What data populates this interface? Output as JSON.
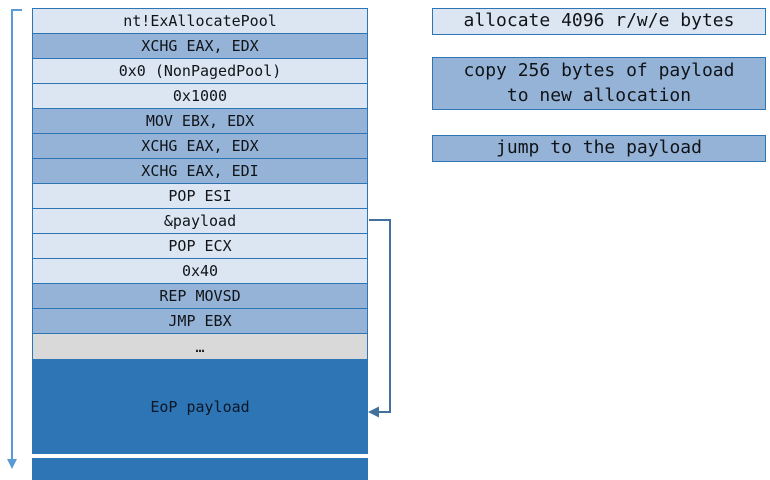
{
  "diagram": {
    "stack": {
      "rows": [
        {
          "label": "nt!ExAllocatePool",
          "tone": "light"
        },
        {
          "label": "XCHG EAX, EDX",
          "tone": "medium"
        },
        {
          "label": "0x0 (NonPagedPool)",
          "tone": "light"
        },
        {
          "label": "0x1000",
          "tone": "light"
        },
        {
          "label": "MOV EBX, EDX",
          "tone": "medium"
        },
        {
          "label": "XCHG EAX, EDX",
          "tone": "medium"
        },
        {
          "label": "XCHG EAX, EDI",
          "tone": "medium"
        },
        {
          "label": "POP ESI",
          "tone": "light"
        },
        {
          "label": "&payload",
          "tone": "light"
        },
        {
          "label": "POP ECX",
          "tone": "light"
        },
        {
          "label": "0x40",
          "tone": "light"
        },
        {
          "label": "REP MOVSD",
          "tone": "medium"
        },
        {
          "label": "JMP EBX",
          "tone": "medium"
        },
        {
          "label": "…",
          "tone": "gray"
        }
      ],
      "payload_label": "EoP payload"
    },
    "annotations": [
      {
        "label": "allocate 4096 r/w/e bytes",
        "tone": "light"
      },
      {
        "label": "copy 256 bytes of payload\nto new allocation",
        "tone": "medium"
      },
      {
        "label": "jump to the payload",
        "tone": "medium"
      }
    ],
    "colors": {
      "row_light": "#dbe6f2",
      "row_medium": "#95b3d7",
      "row_gray": "#d9d9d9",
      "payload_fill": "#2e75b6",
      "border": "#2e75b6",
      "left_arrow": "#5b9bd5",
      "connector": "#41719c"
    }
  }
}
